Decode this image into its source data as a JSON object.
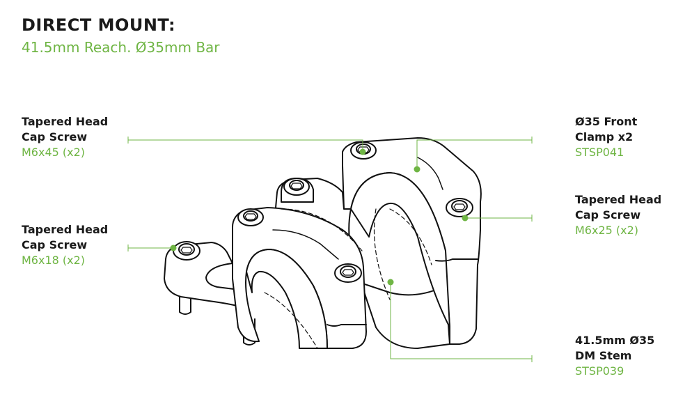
{
  "header": {
    "title": "DIRECT MOUNT:",
    "subtitle": "41.5mm Reach. Ø35mm Bar"
  },
  "callouts": [
    {
      "id": "screw-m6x45",
      "name_line1": "Tapered Head",
      "name_line2": "Cap Screw",
      "part": "M6x45 (x2)"
    },
    {
      "id": "screw-m6x18",
      "name_line1": "Tapered Head",
      "name_line2": "Cap Screw",
      "part": "M6x18 (x2)"
    },
    {
      "id": "front-clamp",
      "name_line1": "Ø35 Front",
      "name_line2": "Clamp x2",
      "part": "STSP041"
    },
    {
      "id": "screw-m6x25",
      "name_line1": "Tapered Head",
      "name_line2": "Cap Screw",
      "part": "M6x25 (x2)"
    },
    {
      "id": "dm-stem",
      "name_line1": "41.5mm Ø35",
      "name_line2": "DM Stem",
      "part": "STSP039"
    }
  ],
  "colors": {
    "accent": "#6fb544",
    "text": "#1a1a1a",
    "line": "#111111"
  }
}
